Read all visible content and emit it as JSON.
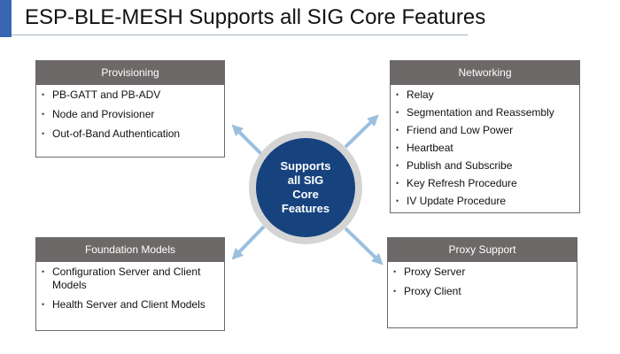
{
  "slide": {
    "title": "ESP-BLE-MESH Supports all SIG Core Features",
    "accent_color": "#3a66b1"
  },
  "center": {
    "text": "Supports\nall SIG\nCore\nFeatures",
    "fill_color": "#16437e",
    "ring_color": "#d4d4d4"
  },
  "boxes": {
    "provisioning": {
      "header": "Provisioning",
      "items": [
        "PB-GATT and PB-ADV",
        "Node and Provisioner",
        "Out-of-Band Authentication"
      ]
    },
    "networking": {
      "header": "Networking",
      "items": [
        "Relay",
        "Segmentation and Reassembly",
        "Friend and Low Power",
        "Heartbeat",
        "Publish and Subscribe",
        "Key Refresh Procedure",
        "IV Update Procedure"
      ]
    },
    "foundation": {
      "header": "Foundation Models",
      "items": [
        "Configuration Server and Client Models",
        "Health Server and Client Models"
      ]
    },
    "proxy": {
      "header": "Proxy Support",
      "items": [
        "Proxy Server",
        "Proxy Client"
      ]
    }
  },
  "bullet_glyph": "•",
  "arrow_color": "#9bbfde",
  "header_color": "#6d6968"
}
